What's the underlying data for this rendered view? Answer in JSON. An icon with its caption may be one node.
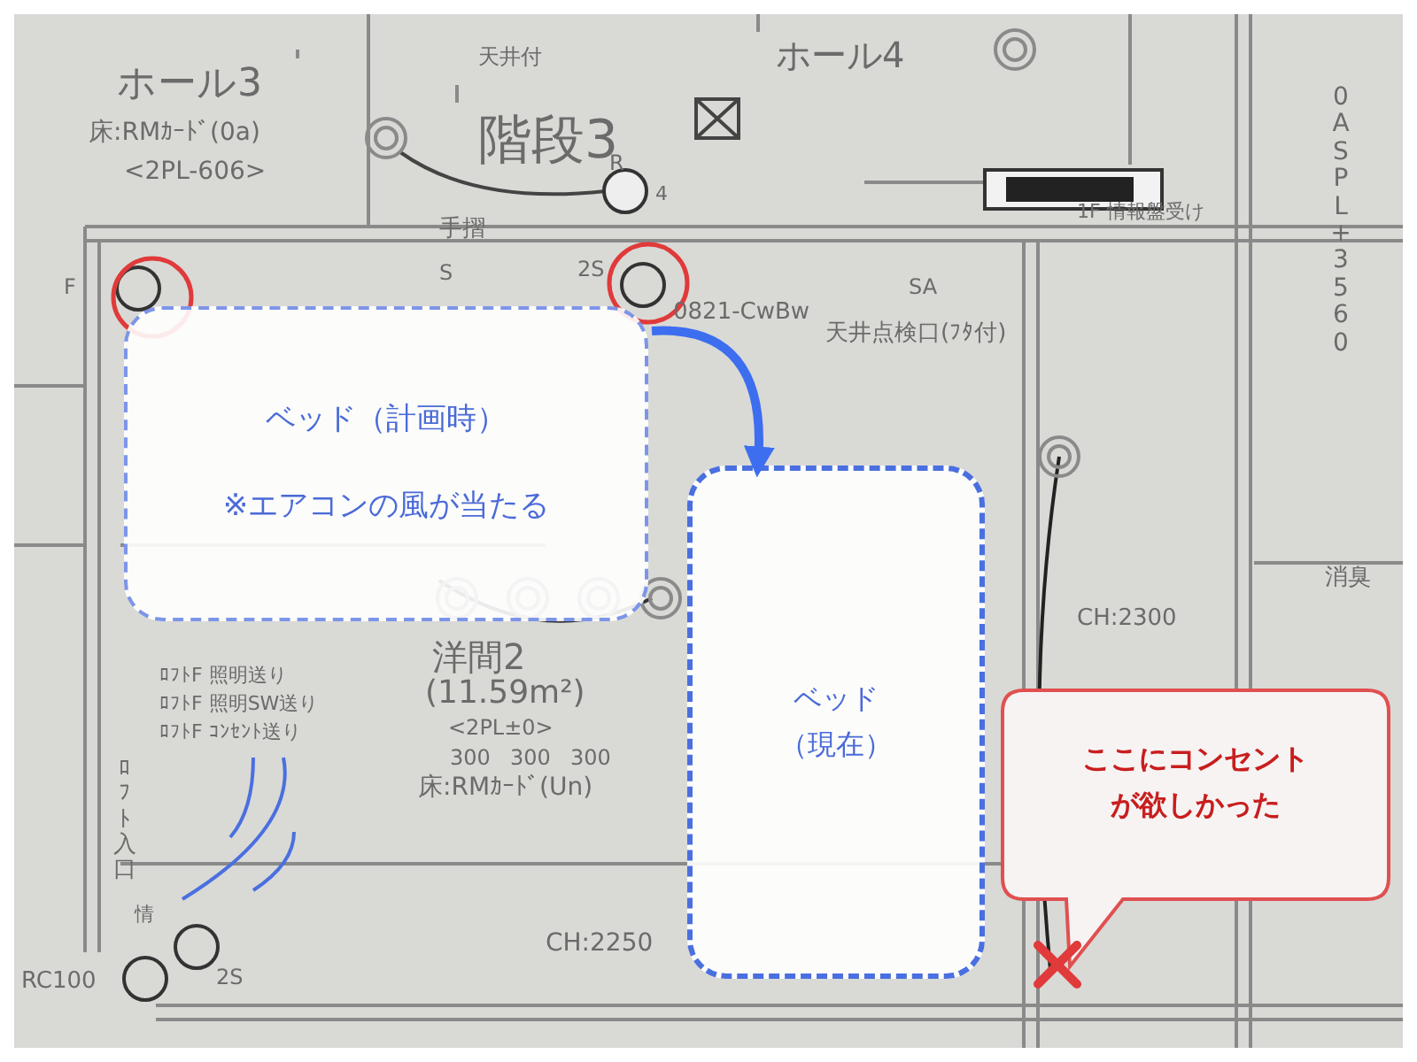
{
  "diagram": {
    "nodes": [
      {
        "text": [
          "ベッド（計画時）",
          "※エアコンの風が当たる"
        ]
      },
      {
        "text": [
          "ベッド（現在）"
        ]
      },
      {
        "text": [
          "ここにコンセントが欲しかった"
        ]
      }
    ],
    "edges": [
      {
        "from": 0,
        "to": 1,
        "arrow": "to",
        "color": "#3d6ef0"
      }
    ],
    "labels": [
      "天井付",
      "ホール4",
      "ホール3",
      "床:RMｶｰﾄﾞ(0a)",
      "<2PL-606>",
      "階段3",
      "手摺",
      "R",
      "4",
      "0A SPL+3560",
      "1F 情報盤受け",
      "F",
      "S",
      "2S",
      "SA",
      "0821-CwBw",
      "天井点検口(ﾌﾀ付)",
      "消臭",
      "CH:2300",
      "洋間2",
      "(11.59m²)",
      "ﾛﾌﾄF 照明送り",
      "ﾛﾌﾄF 照明SW送り",
      "ﾛﾌﾄF ｺﾝｾﾝﾄ送り",
      "ﾛﾌﾄ入口",
      "<2PL±0>",
      "300",
      "300",
      "300",
      "床:RMｶｰﾄﾞ(Un)",
      "情",
      "2S",
      "CH:2250",
      "RC100"
    ]
  }
}
